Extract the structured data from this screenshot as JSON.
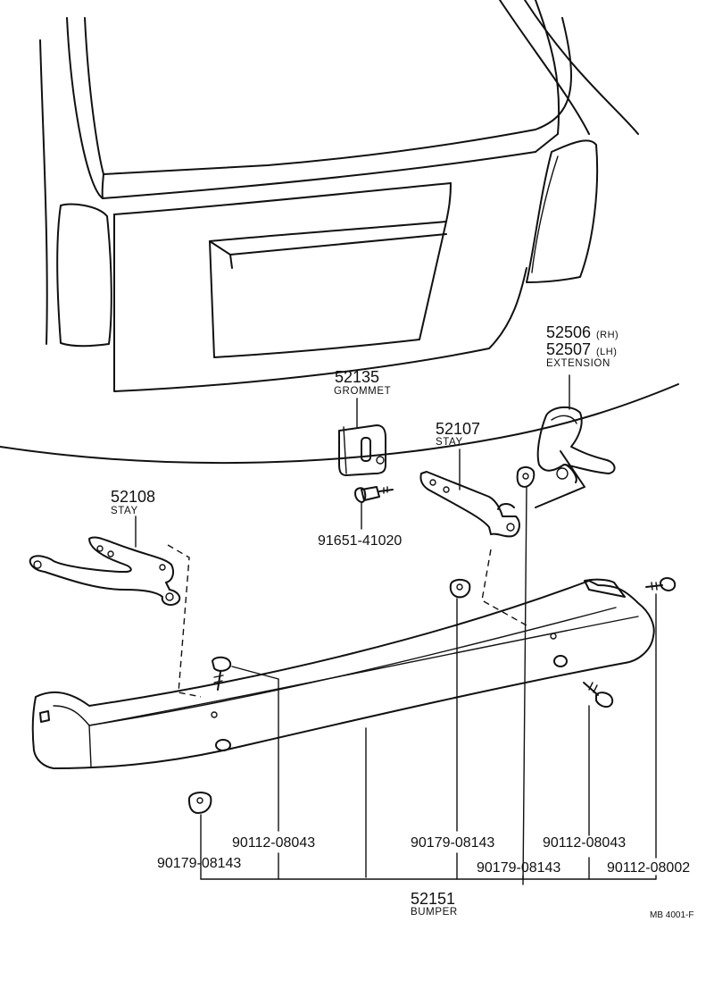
{
  "diagram": {
    "code": "MB 4001-F",
    "callouts": {
      "extension": {
        "part_rh": "52506",
        "suffix_rh": "(RH)",
        "part_lh": "52507",
        "suffix_lh": "(LH)",
        "name": "EXTENSION"
      },
      "grommet": {
        "part": "52135",
        "name": "GROMMET"
      },
      "stay_right": {
        "part": "52107",
        "name": "STAY"
      },
      "stay_left": {
        "part": "52108",
        "name": "STAY"
      },
      "bolt_grommet": {
        "part": "91651-41020"
      },
      "bumper": {
        "part": "52151",
        "name": "BUMPER"
      },
      "bolt_left": {
        "part": "90112-08043"
      },
      "nut_left": {
        "part": "90179-08143"
      },
      "nut_center": {
        "part": "90179-08143"
      },
      "nut_right": {
        "part": "90179-08143"
      },
      "bolt_right": {
        "part": "90112-08043"
      },
      "bolt_end": {
        "part": "90112-08002"
      }
    }
  }
}
